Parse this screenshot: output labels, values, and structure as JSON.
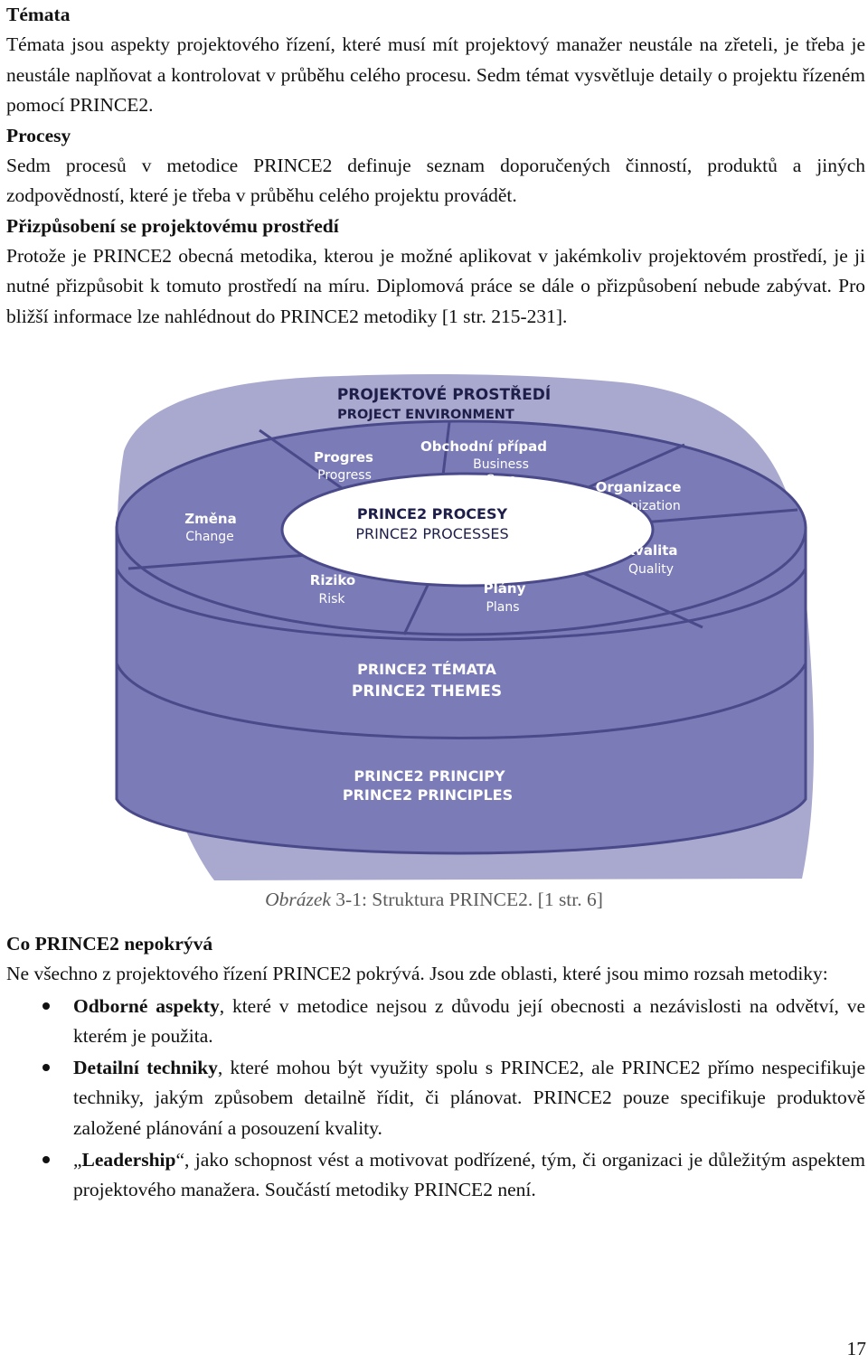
{
  "sections": {
    "temata": {
      "heading": "Témata",
      "body": "Témata jsou aspekty projektového řízení, které musí mít projektový manažer neustále na zřeteli, je třeba je neustále naplňovat a kontrolovat v průběhu celého procesu. Sedm témat vysvětluje detaily o projektu řízeném pomocí PRINCE2."
    },
    "procesy": {
      "heading": "Procesy",
      "body": "Sedm procesů v metodice PRINCE2 definuje seznam doporučených činností, produktů a jiných zodpovědností, které je třeba v průběhu celého projektu provádět."
    },
    "prizpusobeni": {
      "heading": "Přizpůsobení se projektovému prostředí",
      "body": "Protože je PRINCE2 obecná metodika, kterou je možné aplikovat v jakémkoliv projektovém prostředí, je ji nutné přizpůsobit k tomuto prostředí na míru. Diplomová práce se dále o přizpůsobení nebude zabývat. Pro bližší informace lze nahlédnout do PRINCE2 metodiky [1 str. 215-231]."
    },
    "nepokryva": {
      "heading": "Co PRINCE2 nepokrývá",
      "body": "Ne všechno z projektového řízení PRINCE2 pokrývá. Jsou zde oblasti, které jsou mimo rozsah metodiky:",
      "bullets": [
        {
          "bold": "Odborné aspekty",
          "rest": ", které v metodice nejsou z důvodu její obecnosti a nezávislosti na odvětví, ve kterém je použita."
        },
        {
          "bold": "Detailní techniky",
          "rest": ", které mohou být využity spolu s PRINCE2, ale PRINCE2 přímo nespecifikuje techniky, jakým způsobem detailně řídit, či plánovat. PRINCE2 pouze specifikuje produktově založené plánování a posouzení kvality."
        },
        {
          "pre": "„",
          "bold": "Leadership",
          "rest": "“, jako schopnost vést a motivovat podřízené, tým, či organizaci je důležitým aspektem projektového manažera. Součástí metodiky PRINCE2 není."
        }
      ]
    }
  },
  "figure": {
    "env_cz": "PROJEKTOVÉ PROSTŘEDÍ",
    "env_en": "PROJECT ENVIRONMENT",
    "processes_cz": "PRINCE2 PROCESY",
    "processes_en": "PRINCE2 PROCESSES",
    "themes_cz": "PRINCE2 TÉMATA",
    "themes_en": "PRINCE2 THEMES",
    "principles_cz": "PRINCE2 PRINCIPY",
    "principles_en": "PRINCE2 PRINCIPLES",
    "themes": [
      {
        "cz": "Progres",
        "en": "Progress"
      },
      {
        "cz": "Obchodní případ",
        "en": "Business",
        "en2": "Case"
      },
      {
        "cz": "Organizace",
        "en": "Organization"
      },
      {
        "cz": "Kvalita",
        "en": "Quality"
      },
      {
        "cz": "Plány",
        "en": "Plans"
      },
      {
        "cz": "Riziko",
        "en": "Risk"
      },
      {
        "cz": "Změna",
        "en": "Change"
      }
    ],
    "colors": {
      "blob": "#a9a9cf",
      "cylinder": "#7b7bb7",
      "edge": "#4a4a8a",
      "text": "#1e1e4a",
      "ellipse": "#ffffff"
    }
  },
  "caption": {
    "italic": "Obrázek",
    "rest": " 3-1: Struktura PRINCE2. [1 str. 6]"
  },
  "page_number": "17"
}
